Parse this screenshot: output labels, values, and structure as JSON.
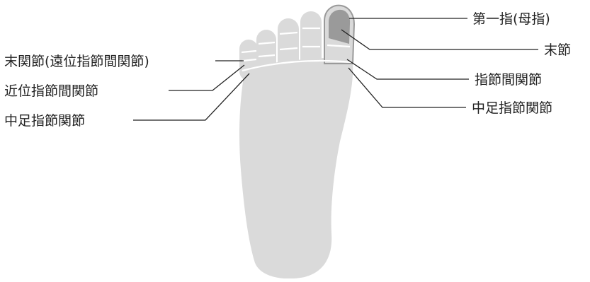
{
  "labels": {
    "right": {
      "first_toe": "第一指(母指)",
      "distal_phalanx": "末節",
      "interphalangeal_joint": "指節間関節",
      "metatarsophalangeal_joint_right": "中足指節関節"
    },
    "left": {
      "dip_joint": "末関節(遠位指節間関節)",
      "pip_joint": "近位指節間関節",
      "metatarsophalangeal_joint_left": "中足指節関節"
    }
  },
  "colors": {
    "foot": "#dadada",
    "joint_lines": "#ffffff",
    "distal_phalanx": "#9a9a9a",
    "toe_outline": "#9a9a9a",
    "leader_lines": "#222222",
    "text": "#222222"
  }
}
